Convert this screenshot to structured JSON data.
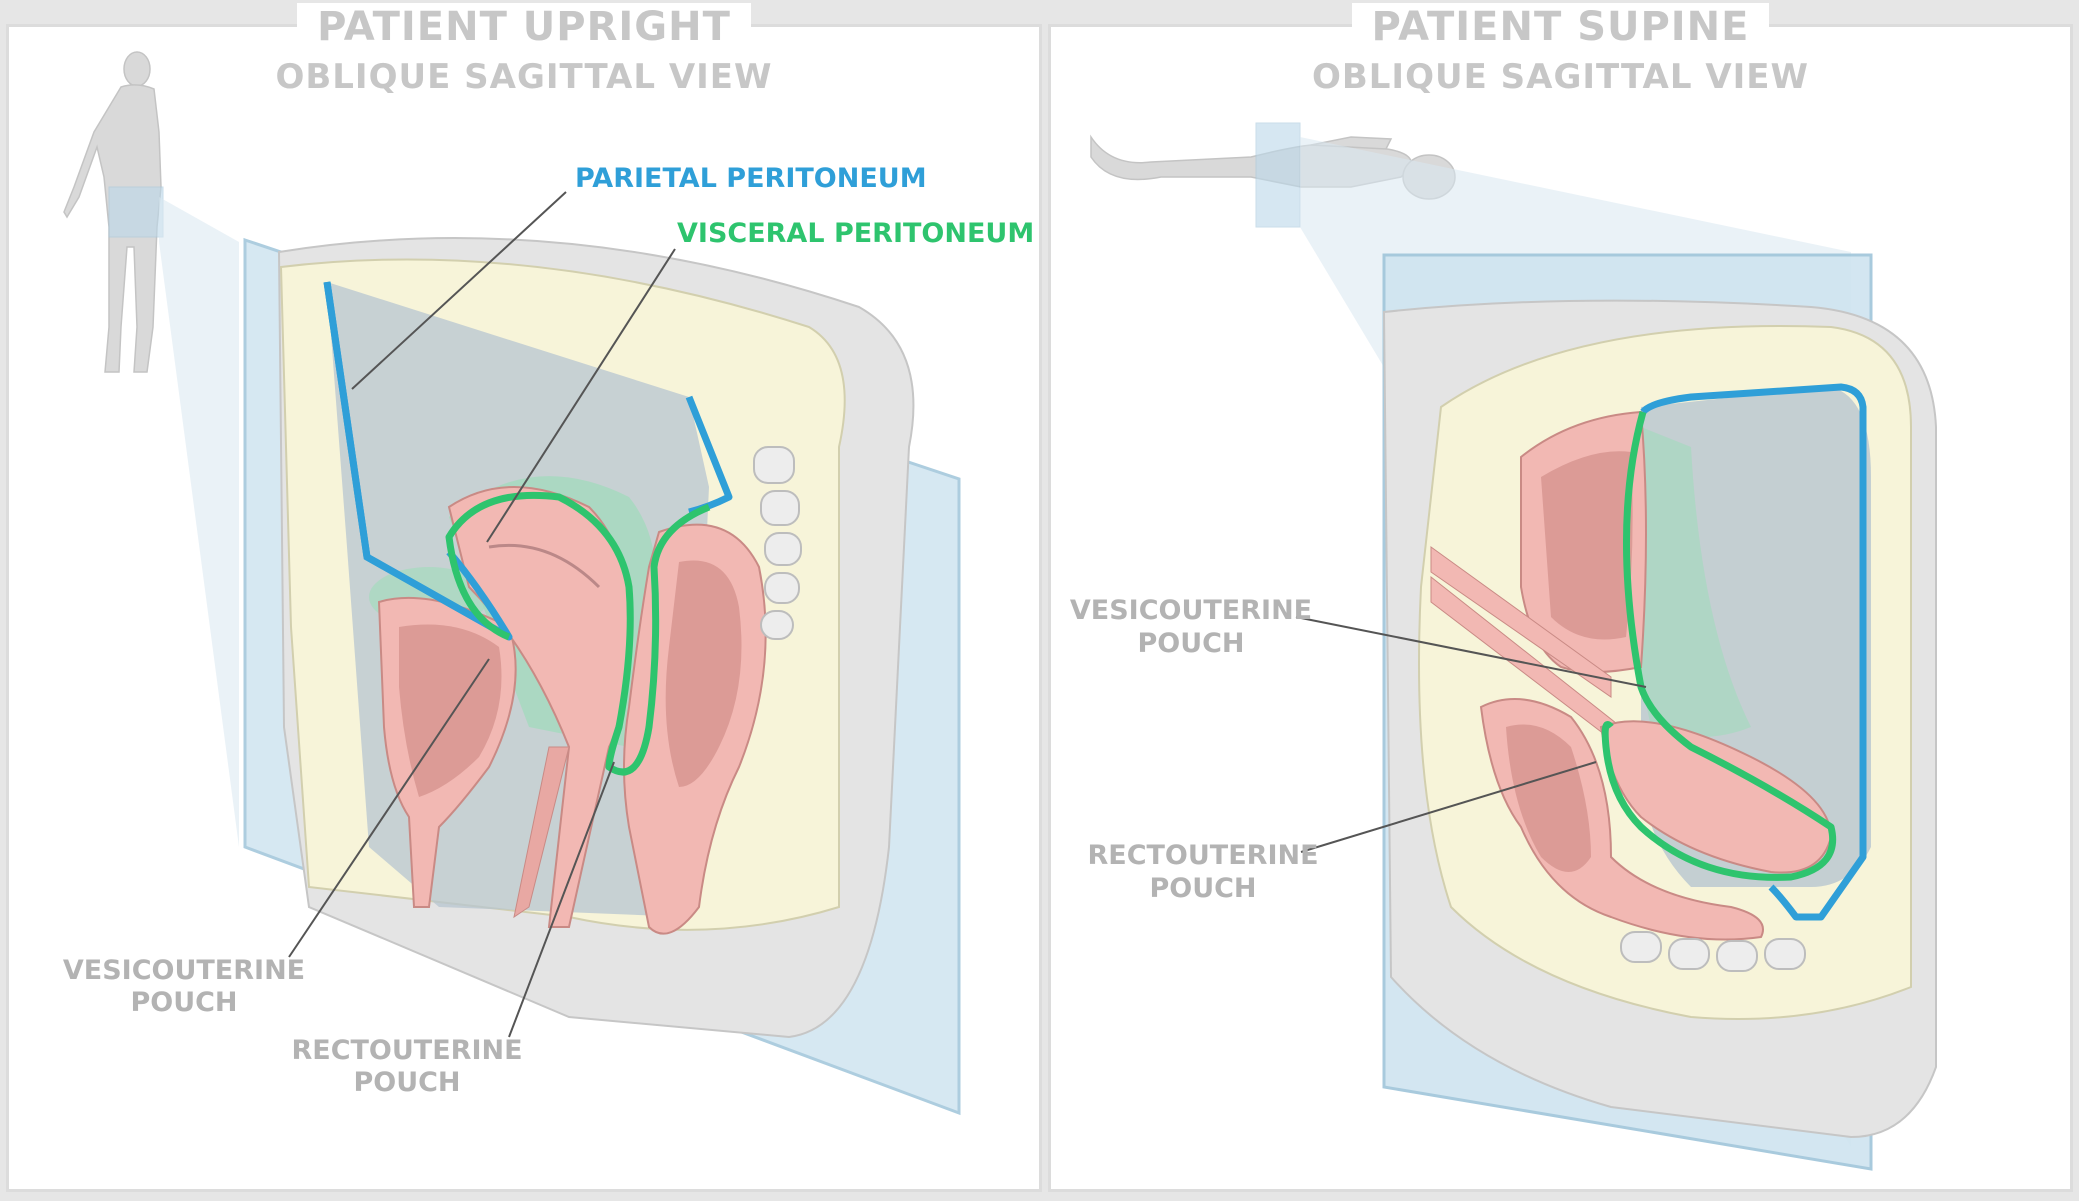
{
  "left_panel": {
    "title": "PATIENT UPRIGHT",
    "subtitle": "OBLIQUE SAGITTAL VIEW",
    "labels": {
      "parietal": "PARIETAL PERITONEUM",
      "visceral": "VISCERAL PERITONEUM",
      "vesico_line1": "VESICOUTERINE",
      "vesico_line2": "POUCH",
      "recto_line1": "RECTOUTERINE",
      "recto_line2": "POUCH"
    }
  },
  "right_panel": {
    "title": "PATIENT SUPINE",
    "subtitle": "OBLIQUE SAGITTAL VIEW",
    "labels": {
      "vesico_line1": "VESICOUTERINE",
      "vesico_line2": "POUCH",
      "recto_line1": "RECTOUTERINE",
      "recto_line2": "POUCH"
    }
  },
  "colors": {
    "parietal": "#2f9fd8",
    "visceral": "#2ec46e",
    "organ": "#f2b8b3",
    "fat": "#f6f3d8",
    "glass": "#b9d7e8",
    "label_gray": "#b3b3b3"
  }
}
